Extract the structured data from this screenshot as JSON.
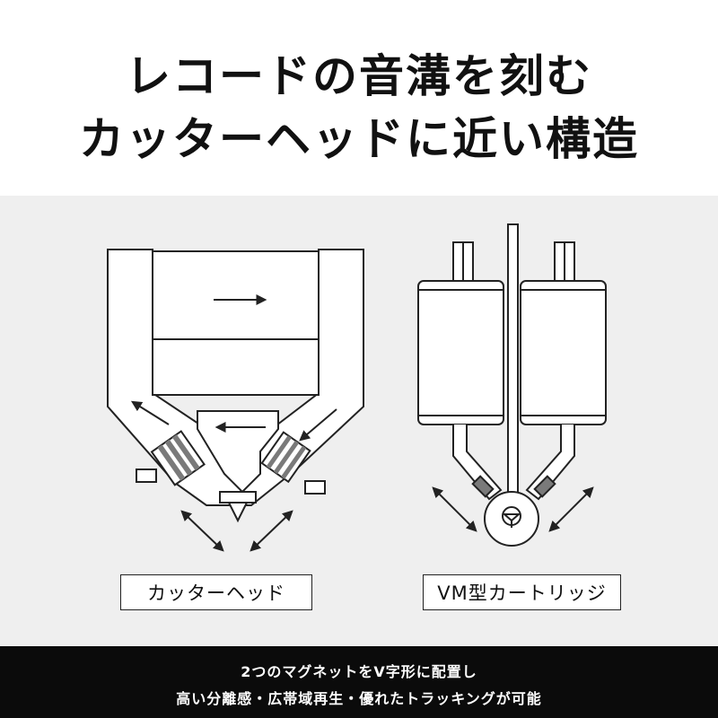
{
  "headline": {
    "line1": "レコードの音溝を刻む",
    "line2": "カッターヘッドに近い構造"
  },
  "diagrams": {
    "left_label": "カッターヘッド",
    "right_label": "VM型カートリッジ"
  },
  "footer": {
    "line1": "2つのマグネットをV字形に配置し",
    "line2": "高い分離感・広帯域再生・優れたトラッキングが可能"
  },
  "colors": {
    "background": "#ffffff",
    "panel": "#efefef",
    "footer": "#0b0b0b",
    "line": "#222222",
    "coil_shading": "#7a7a7a"
  }
}
